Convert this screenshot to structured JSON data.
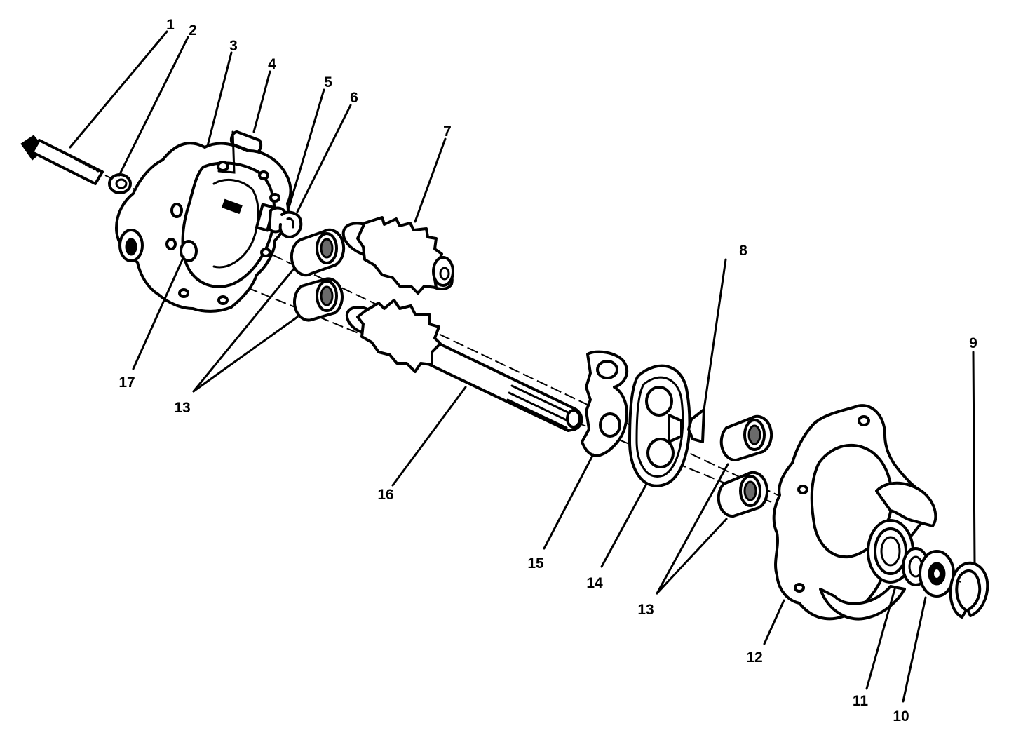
{
  "callouts": {
    "c1": "1",
    "c2": "2",
    "c3": "3",
    "c4": "4",
    "c5": "5",
    "c6": "6",
    "c7": "7",
    "c8": "8",
    "c9": "9",
    "c10": "10",
    "c11": "11",
    "c12": "12",
    "c13a": "13",
    "c13b": "13",
    "c14": "14",
    "c15": "15",
    "c16": "16",
    "c17": "17"
  },
  "colors": {
    "line": "#000000",
    "background": "#ffffff",
    "shade": "#6b6b6b"
  }
}
